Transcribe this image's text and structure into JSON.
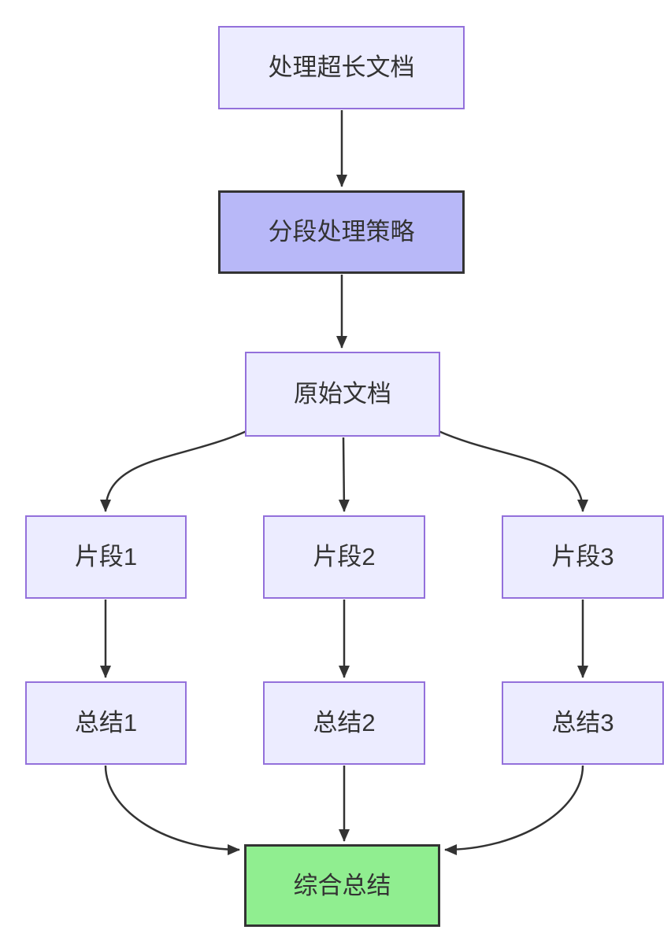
{
  "diagram": {
    "type": "flowchart",
    "direction": "top-down",
    "background_color": "#ffffff",
    "colors": {
      "default_node_fill": "#ECECFF",
      "default_node_border": "#9370DB",
      "emphasis_node_fill": "#B8B8F8",
      "emphasis_node_border": "#333333",
      "success_node_fill": "#90EE90",
      "success_node_border": "#333333",
      "edge_stroke": "#333333",
      "text_color": "#333333"
    },
    "nodes": [
      {
        "id": "A",
        "label": "处理超长文档",
        "style": "default"
      },
      {
        "id": "B",
        "label": "分段处理策略",
        "style": "emphasis"
      },
      {
        "id": "C",
        "label": "原始文档",
        "style": "default"
      },
      {
        "id": "D1",
        "label": "片段1",
        "style": "default"
      },
      {
        "id": "D2",
        "label": "片段2",
        "style": "default"
      },
      {
        "id": "D3",
        "label": "片段3",
        "style": "default"
      },
      {
        "id": "E1",
        "label": "总结1",
        "style": "default"
      },
      {
        "id": "E2",
        "label": "总结2",
        "style": "default"
      },
      {
        "id": "E3",
        "label": "总结3",
        "style": "default"
      },
      {
        "id": "F",
        "label": "综合总结",
        "style": "success"
      }
    ],
    "edges": [
      {
        "from": "处理超长文档",
        "to": "分段处理策略"
      },
      {
        "from": "分段处理策略",
        "to": "原始文档"
      },
      {
        "from": "原始文档",
        "to": "片段1"
      },
      {
        "from": "原始文档",
        "to": "片段2"
      },
      {
        "from": "原始文档",
        "to": "片段3"
      },
      {
        "from": "片段1",
        "to": "总结1"
      },
      {
        "from": "片段2",
        "to": "总结2"
      },
      {
        "from": "片段3",
        "to": "总结3"
      },
      {
        "from": "总结1",
        "to": "综合总结"
      },
      {
        "from": "总结2",
        "to": "综合总结"
      },
      {
        "from": "总结3",
        "to": "综合总结"
      }
    ]
  }
}
